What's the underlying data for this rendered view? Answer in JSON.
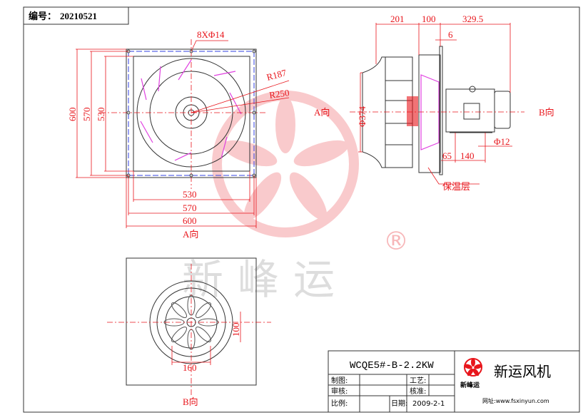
{
  "header": {
    "serial_label": "编号：",
    "serial_value": "20210521"
  },
  "front_view": {
    "hole_note": "8XΦ14",
    "r1": "R187",
    "r2": "R250",
    "dim_600": "600",
    "dim_570": "570",
    "dim_530": "530",
    "view_label": "A向"
  },
  "side_view": {
    "dim_201": "201",
    "dim_100": "100",
    "dim_329_5": "329.5",
    "dim_6": "6",
    "dia_374": "Φ374",
    "dia_12": "Φ12",
    "dim_65": "65",
    "dim_140": "140",
    "insulation": "保温层",
    "a_dir": "A向",
    "b_dir": "B向"
  },
  "bottom_view": {
    "dim_100": "100",
    "dim_160": "160",
    "view_label": "B向"
  },
  "watermark": {
    "text": "新峰运",
    "registered": "®"
  },
  "title_block": {
    "model": "WCQE5#-B-2.2KW",
    "draw_label": "制图:",
    "craft_label": "工艺:",
    "review_label": "审核:",
    "approve_label": "核准:",
    "scale_label": "比例:",
    "date_label": "日期:",
    "date_value": "2009-2-1",
    "company": "新运风机",
    "logo_text": "新峰运",
    "website": "网址:www.fsxinyun.com",
    "accent": "#e8151b"
  }
}
